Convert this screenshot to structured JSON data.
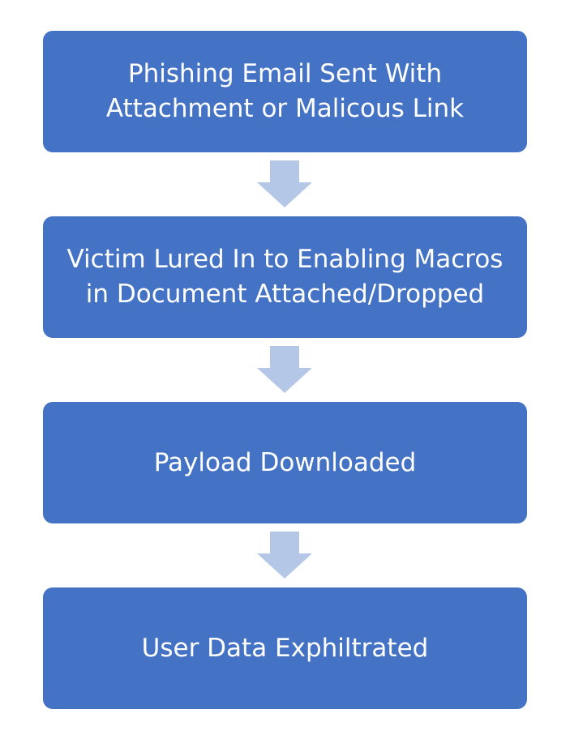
{
  "colors": {
    "box_fill": "#4472c4",
    "box_text": "#ffffff",
    "arrow_fill": "#b4c7e7"
  },
  "steps": [
    {
      "label": "Phishing Email Sent With\nAttachment or Malicous Link"
    },
    {
      "label": "Victim Lured In to Enabling Macros\nin Document Attached/Dropped"
    },
    {
      "label": "Payload Downloaded"
    },
    {
      "label": "User Data Exphiltrated"
    }
  ],
  "connectors": [
    {
      "icon": "down-arrow-icon"
    },
    {
      "icon": "down-arrow-icon"
    },
    {
      "icon": "down-arrow-icon"
    }
  ]
}
